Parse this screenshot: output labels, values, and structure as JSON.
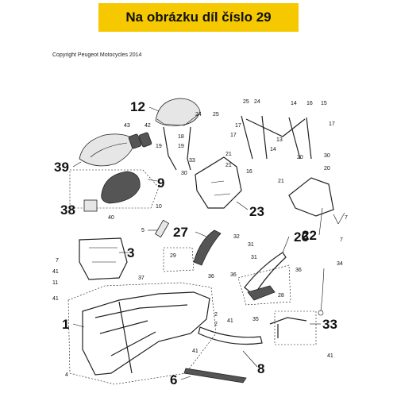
{
  "banner": {
    "text": "Na obrázku díl číslo 29",
    "color": "#f5c800"
  },
  "copyright": "Copyright Peugeot Motocycles 2014",
  "labels": {
    "l12": "12",
    "l24a": "24",
    "l25a": "25",
    "l43": "43",
    "l42": "42",
    "l18": "18",
    "l19a": "19",
    "l19b": "19",
    "l30a": "30",
    "l33a": "33",
    "l39": "39",
    "l9": "9",
    "l38": "38",
    "l40": "40",
    "l10": "10",
    "l25b": "25",
    "l24b": "24",
    "l14a": "14",
    "l16a": "16",
    "l15": "15",
    "l17a": "17",
    "l17b": "17",
    "l17c": "17",
    "l13": "13",
    "l14b": "14",
    "l20a": "20",
    "l30b": "30",
    "l21a": "21",
    "l21b": "21",
    "l16b": "16",
    "l20b": "20",
    "l21c": "21",
    "l23": "23",
    "l22": "22",
    "l7a": "7",
    "l7b": "7",
    "l5": "5",
    "l27": "27",
    "l26": "26",
    "l3": "3",
    "l29": "29",
    "l31a": "31",
    "l31b": "31",
    "l32": "32",
    "l36a": "36",
    "l36b": "36",
    "l36c": "36",
    "l34": "34",
    "l28": "28",
    "l37": "37",
    "l7c": "7",
    "l41a": "41",
    "l11": "11",
    "l41b": "41",
    "l1": "1",
    "l2a": "2",
    "l2b": "2",
    "l35": "35",
    "l33b": "33",
    "l8": "8",
    "l41c": "41",
    "l41d": "41",
    "l4": "4",
    "l6": "6",
    "l41e": "41"
  }
}
